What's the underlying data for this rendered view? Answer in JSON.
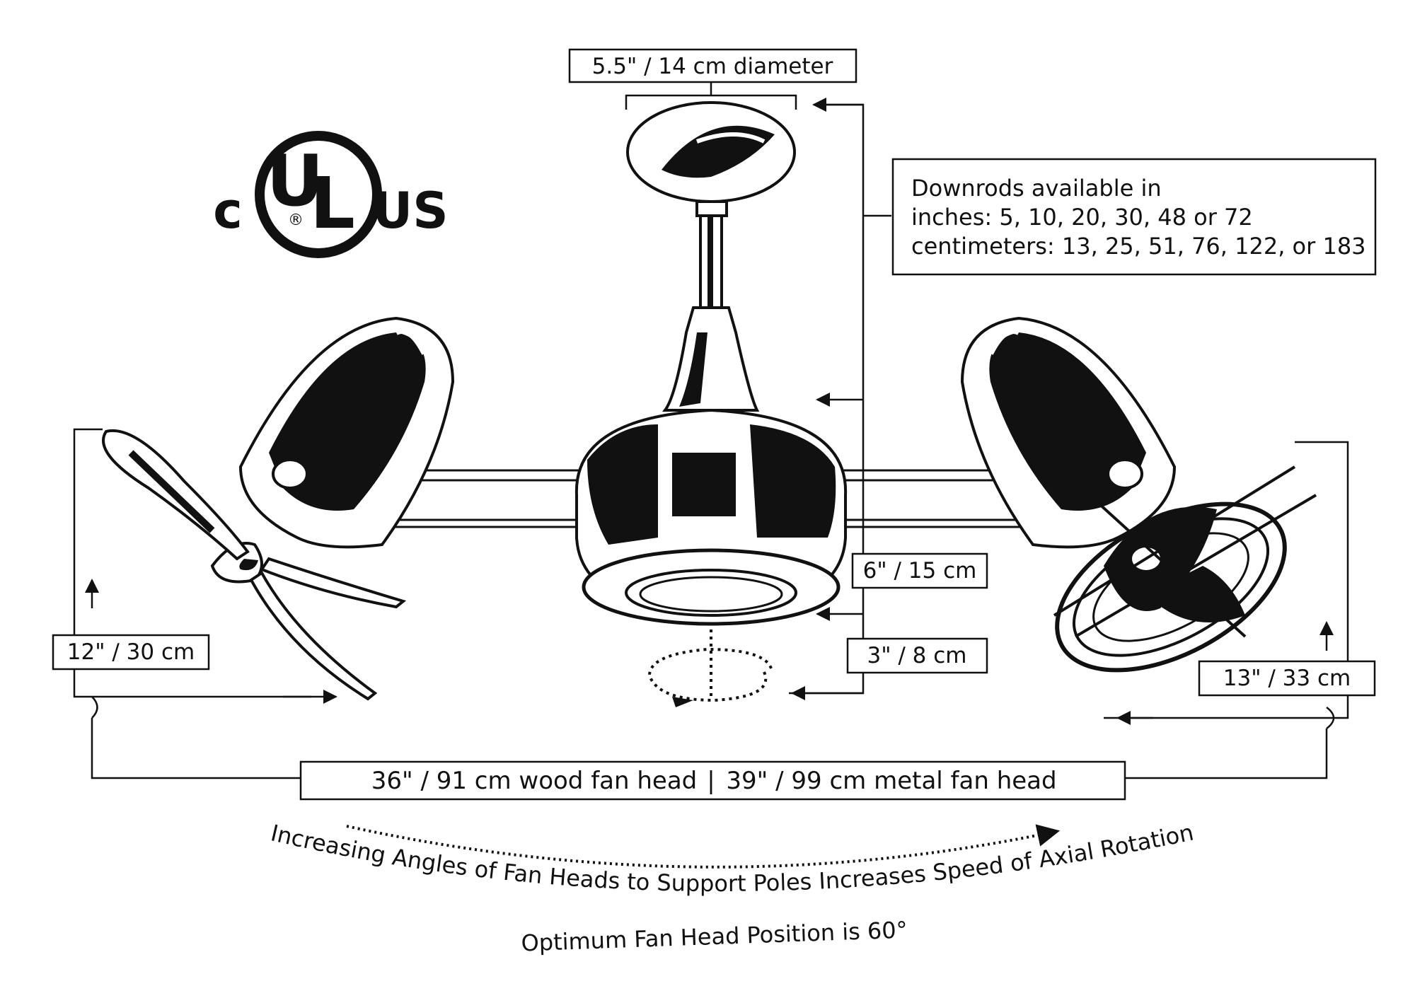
{
  "certification": {
    "left": "c",
    "u": "U",
    "l": "L",
    "registered": "®",
    "right": "US"
  },
  "labels": {
    "canopy_diameter": "5.5\" / 14 cm diameter",
    "downrods_line1": "Downrods available in",
    "downrods_line2": "inches: 5, 10, 20, 30, 48 or 72",
    "downrods_line3": "centimeters: 13, 25, 51, 76, 122, or 183",
    "body_height": "6\" / 15 cm",
    "light_height": "3\" / 8 cm",
    "left_head_height": "12\" / 30 cm",
    "right_head_height": "13\" / 33 cm",
    "width_wood": "36\" / 91 cm  wood fan head",
    "width_separator": "|",
    "width_metal": "39\" / 99 cm  metal fan head",
    "rotation_line1": "Increasing Angles of Fan Heads to Support Poles Increases Speed of Axial Rotation",
    "rotation_line2": "Optimum Fan Head Position is 60°"
  }
}
